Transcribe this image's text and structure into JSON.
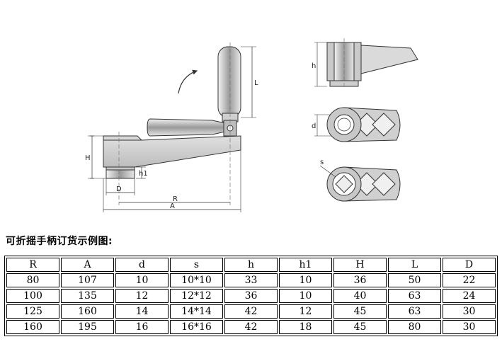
{
  "drawing": {
    "labels": {
      "H": "H",
      "h1": "h1",
      "D": "D",
      "R": "R",
      "A": "A",
      "L": "L",
      "h": "h",
      "d": "d",
      "s": "s"
    }
  },
  "caption": "可折摇手柄订货示例图:",
  "table": {
    "headers": [
      "R",
      "A",
      "d",
      "s",
      "h",
      "h1",
      "H",
      "L",
      "D"
    ],
    "rows": [
      [
        "80",
        "107",
        "10",
        "10*10",
        "33",
        "10",
        "36",
        "50",
        "22"
      ],
      [
        "100",
        "135",
        "12",
        "12*12",
        "36",
        "10",
        "40",
        "63",
        "24"
      ],
      [
        "125",
        "160",
        "14",
        "14*14",
        "42",
        "12",
        "45",
        "63",
        "30"
      ],
      [
        "160",
        "195",
        "16",
        "16*16",
        "42",
        "18",
        "45",
        "80",
        "30"
      ]
    ]
  }
}
